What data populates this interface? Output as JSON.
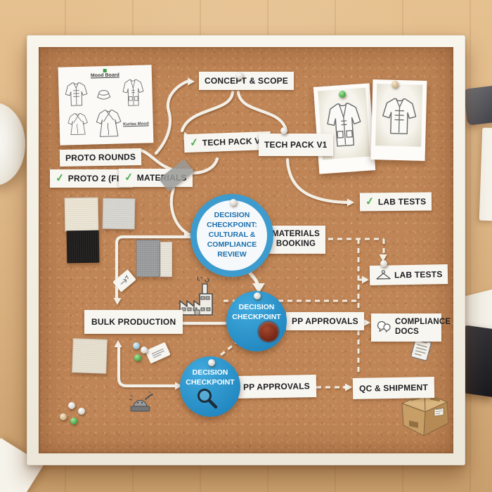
{
  "glyphs": {
    "check": "✓"
  },
  "colors": {
    "cork": "#bf8556",
    "frame": "#f3efe3",
    "label_bg": "#f7f6f1",
    "accent_blue": "#2f9ccd",
    "circle_text_blue": "#1a6fad",
    "check_green": "#4fae52",
    "string_white": "#f3f0e8",
    "wax_red": "#7e2718"
  },
  "mood_card": {
    "title": "Mood Board",
    "caption": "Kurtas Mood"
  },
  "flow": {
    "concept_scope": "CONCEPT & SCOPE",
    "tech_pack_a": "TECH PACK V1",
    "tech_pack_b": "TECH PACK V1",
    "proto_rounds": "PROTO ROUNDS",
    "proto_2_fit": "PROTO 2 (FIT)",
    "materials": "MATERIALS",
    "lab_tests_checked": "LAB TESTS",
    "review_checkpoint": "DECISION CHECKPOINT: CULTURAL & COMPLIANCE REVIEW",
    "materials_booking": "MATERIALS BOOKING",
    "lab_tests_hanger": "LAB TESTS",
    "bulk_production": "BULK PRODUCTION",
    "decision_mid": "DECISION CHECKPOINT",
    "pp_approvals_mid": "PP APPROVALS",
    "compliance_docs": "COMPLIANCE DOCS",
    "decision_bottom": "DECISION CHECKPOINT",
    "pp_approvals_bottom": "PP APPROVALS",
    "qc_shipment": "QC & SHIPMENT"
  }
}
